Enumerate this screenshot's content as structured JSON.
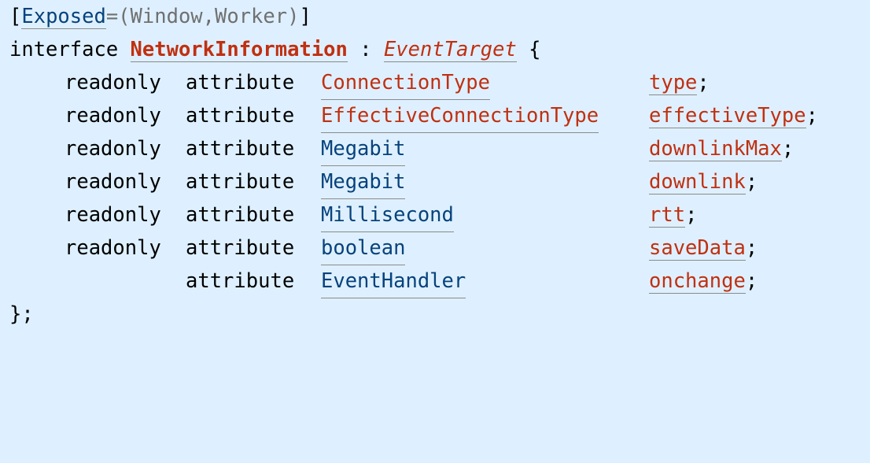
{
  "lines": {
    "l1": {
      "open": "[",
      "exposed": "Exposed",
      "args": "=(Window,Worker)",
      "close": "]"
    },
    "l2": {
      "kw": "interface ",
      "name": "NetworkInformation",
      "sep": " : ",
      "parent": "EventTarget",
      "brace": " {"
    },
    "attrs": [
      {
        "readonly": "readonly",
        "attribute": "attribute",
        "type": "ConnectionType",
        "name": "type",
        "semi": ";"
      },
      {
        "readonly": "readonly",
        "attribute": "attribute",
        "type": "EffectiveConnectionType",
        "name": "effectiveType",
        "semi": ";"
      },
      {
        "readonly": "readonly",
        "attribute": "attribute",
        "type": "Megabit",
        "name": "downlinkMax",
        "semi": ";"
      },
      {
        "readonly": "readonly",
        "attribute": "attribute",
        "type": "Megabit",
        "name": "downlink",
        "semi": ";"
      },
      {
        "readonly": "readonly",
        "attribute": "attribute",
        "type": "Millisecond",
        "name": "rtt",
        "semi": ";"
      },
      {
        "readonly": "readonly",
        "attribute": "attribute",
        "type": "boolean",
        "name": "saveData",
        "semi": ";"
      },
      {
        "readonly": "",
        "attribute": "attribute",
        "type": "EventHandler",
        "name": "onchange",
        "semi": ";"
      }
    ],
    "end": "};"
  },
  "colors": {
    "background": "#def0ff",
    "definition_link": "#c03011",
    "idl_type_link": "#07427c",
    "punctuation": "#707070"
  }
}
